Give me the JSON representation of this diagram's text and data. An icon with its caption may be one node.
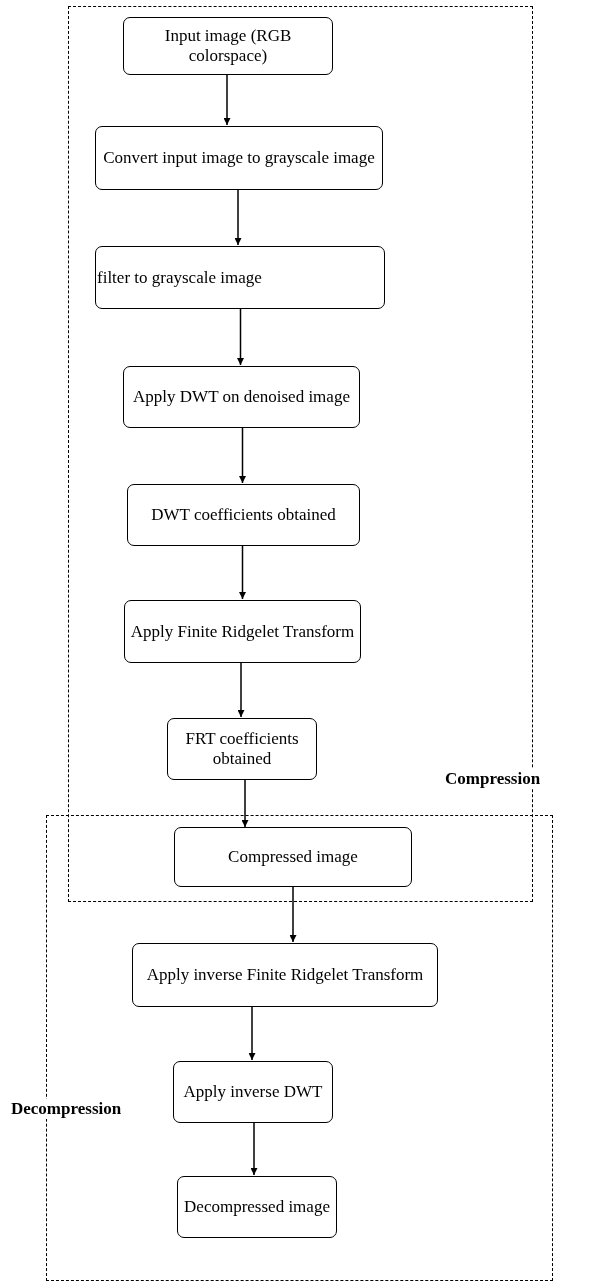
{
  "diagram": {
    "nodes": [
      {
        "text": [
          "Compression"
        ]
      },
      {
        "text": [
          "Input image (RGB colorspace)"
        ],
        "in": 0
      },
      {
        "text": [
          "Convert input image to grayscale image"
        ],
        "in": 0
      },
      {
        "text": [
          "filter to grayscale image"
        ],
        "in": 0
      },
      {
        "text": [
          "Apply DWT on denoised image"
        ],
        "in": 0
      },
      {
        "text": [
          "DWT coefficients obtained"
        ],
        "in": 0
      },
      {
        "text": [
          "Apply Finite Ridgelet Transform"
        ],
        "in": 0
      },
      {
        "text": [
          "FRT coefficients obtained"
        ],
        "in": 0
      },
      {
        "text": [
          "Decompression"
        ]
      },
      {
        "text": [
          "Compressed image"
        ]
      },
      {
        "text": [
          "Apply inverse Finite Ridgelet Transform"
        ],
        "in": 8
      },
      {
        "text": [
          "Apply inverse DWT"
        ],
        "in": 8
      },
      {
        "text": [
          "Decompressed image"
        ],
        "in": 8
      }
    ],
    "edges": [
      {
        "from": 1,
        "to": 2,
        "arrow": "to"
      },
      {
        "from": 2,
        "to": 3,
        "arrow": "to"
      },
      {
        "from": 3,
        "to": 4,
        "arrow": "to"
      },
      {
        "from": 4,
        "to": 5,
        "arrow": "to"
      },
      {
        "from": 5,
        "to": 6,
        "arrow": "to"
      },
      {
        "from": 6,
        "to": 7,
        "arrow": "to"
      },
      {
        "from": 7,
        "to": 9,
        "arrow": "to"
      },
      {
        "from": 9,
        "to": 10,
        "arrow": "to"
      },
      {
        "from": 10,
        "to": 11,
        "arrow": "to"
      },
      {
        "from": 11,
        "to": 12,
        "arrow": "to"
      }
    ]
  }
}
